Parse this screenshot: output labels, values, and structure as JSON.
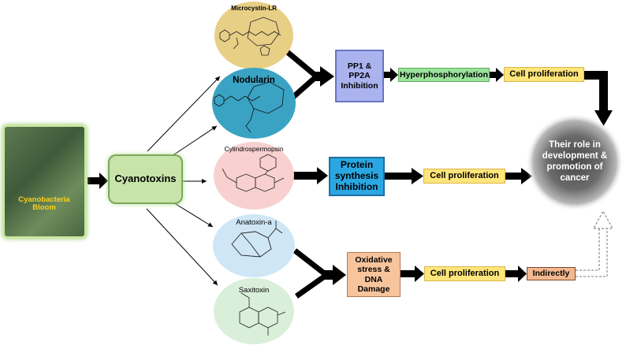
{
  "source": {
    "photo_label": "Cyanobacteria Bloom",
    "main_label": "Cyanotoxins"
  },
  "toxins": [
    {
      "name": "Microcystin-LR",
      "color": "#e8cf86"
    },
    {
      "name": "Nodularin",
      "color": "#3aa3c4"
    },
    {
      "name": "Cylindrospermopsin",
      "color": "#f8d0d0"
    },
    {
      "name": "Anatoxin-a",
      "color": "#cfe6f6"
    },
    {
      "name": "Saxitoxin",
      "color": "#d9efd9"
    }
  ],
  "pathways": {
    "pp_inhibition": "PP1 & PP2A Inhibition",
    "hyperphosphorylation": "Hyperphosphorylation",
    "cell_prolif_1": "Cell proliferation",
    "protein_synthesis": "Protein synthesis Inhibition",
    "cell_prolif_2": "Cell proliferation",
    "oxidative": "Oxidative stress & DNA Damage",
    "cell_prolif_3": "Cell proliferation",
    "indirectly": "Indirectly"
  },
  "outcome": "Their role in development & promotion of cancer"
}
